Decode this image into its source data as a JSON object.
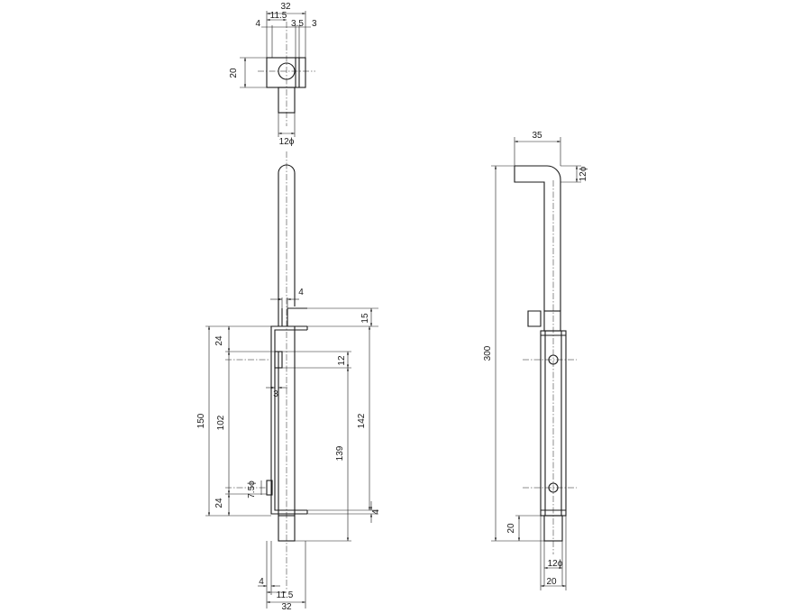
{
  "colors": {
    "line": "#1a1a1a",
    "background": "#ffffff"
  },
  "top_view": {
    "dims": {
      "total_width": "32",
      "offset_left": "11.5",
      "offset_4": "4",
      "offset_35": "3.5",
      "offset_3": "3",
      "height": "20",
      "rod_dia": "12ϕ"
    }
  },
  "front_view": {
    "dims": {
      "hook_gap": "4",
      "top_gap": "15",
      "top_bracket": "24",
      "rod_12": "12",
      "pin_3": "3",
      "total_150": "150",
      "inner_102": "102",
      "right_142": "142",
      "mid_139": "139",
      "hole_dia": "7.5ϕ",
      "bottom_bracket": "24",
      "bottom_gap": "4",
      "bottom_4": "4",
      "bottom_11_5": "11.5",
      "bottom_32": "32"
    }
  },
  "side_view": {
    "dims": {
      "top_35": "35",
      "dia_12": "12ϕ",
      "length_300": "300",
      "bottom_20_v": "20",
      "rod_12": "12ϕ",
      "width_20": "20"
    }
  }
}
